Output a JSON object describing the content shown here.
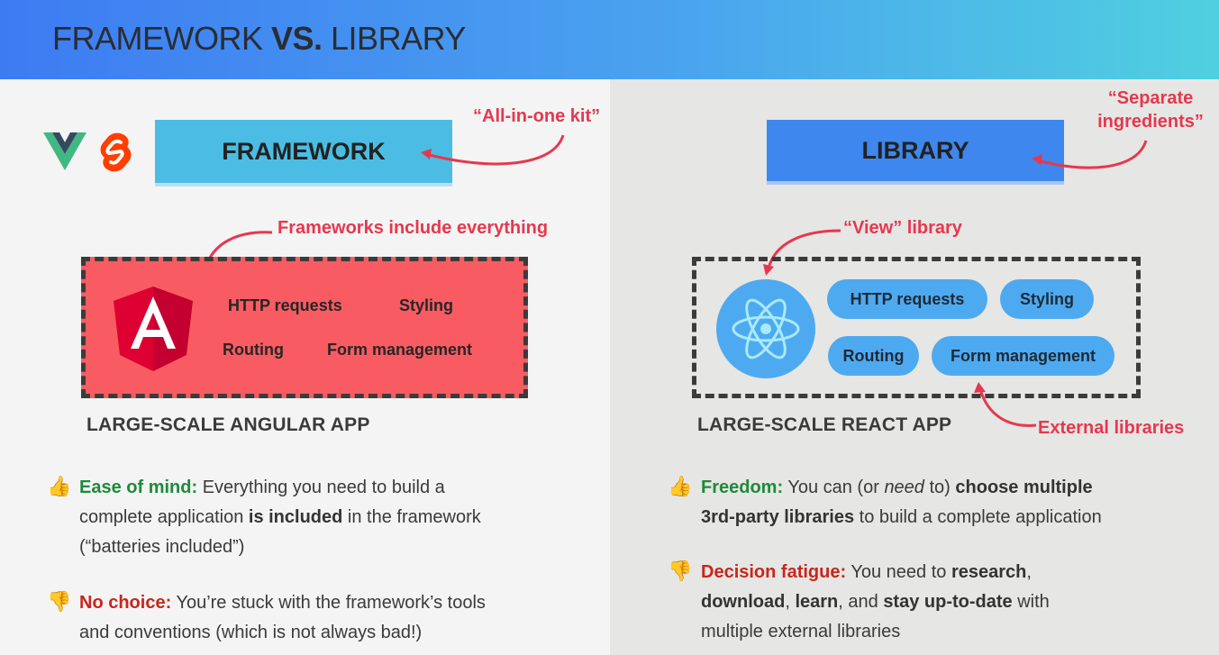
{
  "header": {
    "title_part1": "FRAMEWORK ",
    "title_part2": "VS.",
    "title_part3": " LIBRARY",
    "gradient_start": "#3d7bf2",
    "gradient_end": "#4fd0e0"
  },
  "left": {
    "box_title": "FRAMEWORK",
    "note_kit": "“All-in-one kit”",
    "note_include": "Frameworks include everything",
    "features": [
      "HTTP requests",
      "Styling",
      "Routing",
      "Form management"
    ],
    "app_label": "LARGE-SCALE ANGULAR APP",
    "pro": {
      "label": "Ease of mind:",
      "text1": " Everything you need to build a",
      "text2a": "complete application ",
      "text2b": "is included",
      "text2c": " in the framework",
      "text3": "(“batteries included”)"
    },
    "con": {
      "label": "No choice:",
      "text1": " You’re stuck with the framework’s tools",
      "text2": "and conventions (which is not always bad!)"
    }
  },
  "right": {
    "box_title": "LIBRARY",
    "note_ingredients_1": "“Separate",
    "note_ingredients_2": "ingredients”",
    "note_view": "“View” library",
    "note_external": "External libraries",
    "features": [
      "HTTP requests",
      "Styling",
      "Routing",
      "Form management"
    ],
    "app_label": "LARGE-SCALE REACT APP",
    "pro": {
      "label": "Freedom:",
      "text1a": " You can (or ",
      "text1b": "need",
      "text1c": " to) ",
      "text1d": "choose multiple",
      "text2a": "3rd-party libraries",
      "text2b": " to build a complete application"
    },
    "con": {
      "label": "Decision fatigue:",
      "text1a": " You need to ",
      "text1b": "research",
      "text1c": ",",
      "text2a": "download",
      "text2b": ", ",
      "text2c": "learn",
      "text2d": ", and ",
      "text2e": "stay up-to-date",
      "text2f": " with",
      "text3": "multiple external libraries"
    }
  },
  "icons": {
    "vue": "vue-logo-icon",
    "svelte": "svelte-logo-icon",
    "angular": "angular-logo-icon",
    "react": "react-logo-icon",
    "thumbs_up": "thumbs-up-icon",
    "thumbs_down": "thumbs-down-icon"
  },
  "colors": {
    "framework_box": "#4bbde4",
    "library_box": "#3e87ee",
    "angular_box": "#f95b62",
    "pill": "#4eaaf0",
    "note_red": "#e5384f",
    "pro_green": "#1e8a3a",
    "con_red": "#c8261b"
  }
}
